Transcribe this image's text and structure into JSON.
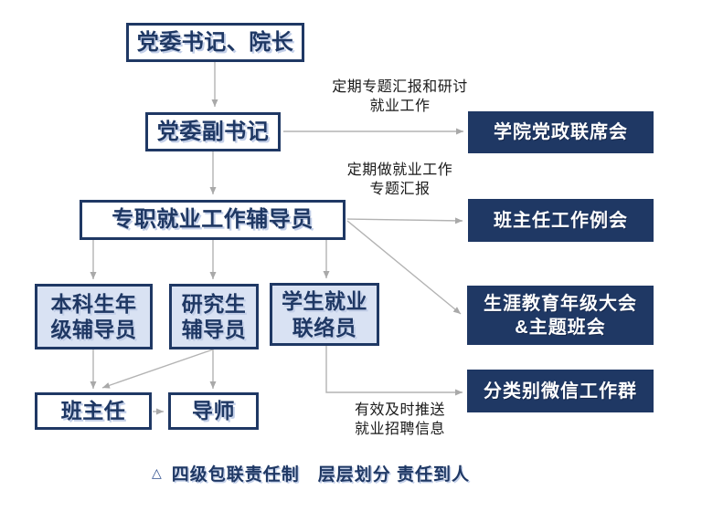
{
  "boxes": {
    "secretary_dean": {
      "lines": [
        "党委书记、院长"
      ]
    },
    "deputy_secretary": {
      "lines": [
        "党委副书记"
      ]
    },
    "fulltime_counselor": {
      "lines": [
        "专职就业工作辅导员"
      ]
    },
    "undergrad_counselor": {
      "lines": [
        "本科生年",
        "级辅导员"
      ]
    },
    "grad_counselor": {
      "lines": [
        "研究生",
        "辅导员"
      ]
    },
    "employment_liaison": {
      "lines": [
        "学生就业",
        "联络员"
      ]
    },
    "class_teacher": {
      "lines": [
        "班主任"
      ]
    },
    "supervisor": {
      "lines": [
        "导师"
      ]
    }
  },
  "panels": {
    "joint_meeting": {
      "lines": [
        "学院党政联席会"
      ]
    },
    "teacher_meeting": {
      "lines": [
        "班主任工作例会"
      ]
    },
    "career_meeting": {
      "lines": [
        "生涯教育年级大会",
        "&主题班会"
      ]
    },
    "wechat_groups": {
      "lines": [
        "分类别微信工作群"
      ]
    }
  },
  "annotations": {
    "report_discuss": {
      "lines": [
        "定期专题汇报和研讨",
        "就业工作"
      ]
    },
    "regular_report": {
      "lines": [
        "定期做就业工作",
        "专题汇报"
      ]
    },
    "push_info": {
      "lines": [
        "有效及时推送",
        "就业招聘信息"
      ]
    }
  },
  "caption": {
    "bullet": "△",
    "text": "四级包联责任制　层层划分 责任到人"
  },
  "colors": {
    "navy": "#1F3864",
    "light_blue_fill": "#D9E2F3",
    "connector_gray": "#ADADAD",
    "annotation_text": "#1A1A1A",
    "background": "#FFFFFF"
  }
}
